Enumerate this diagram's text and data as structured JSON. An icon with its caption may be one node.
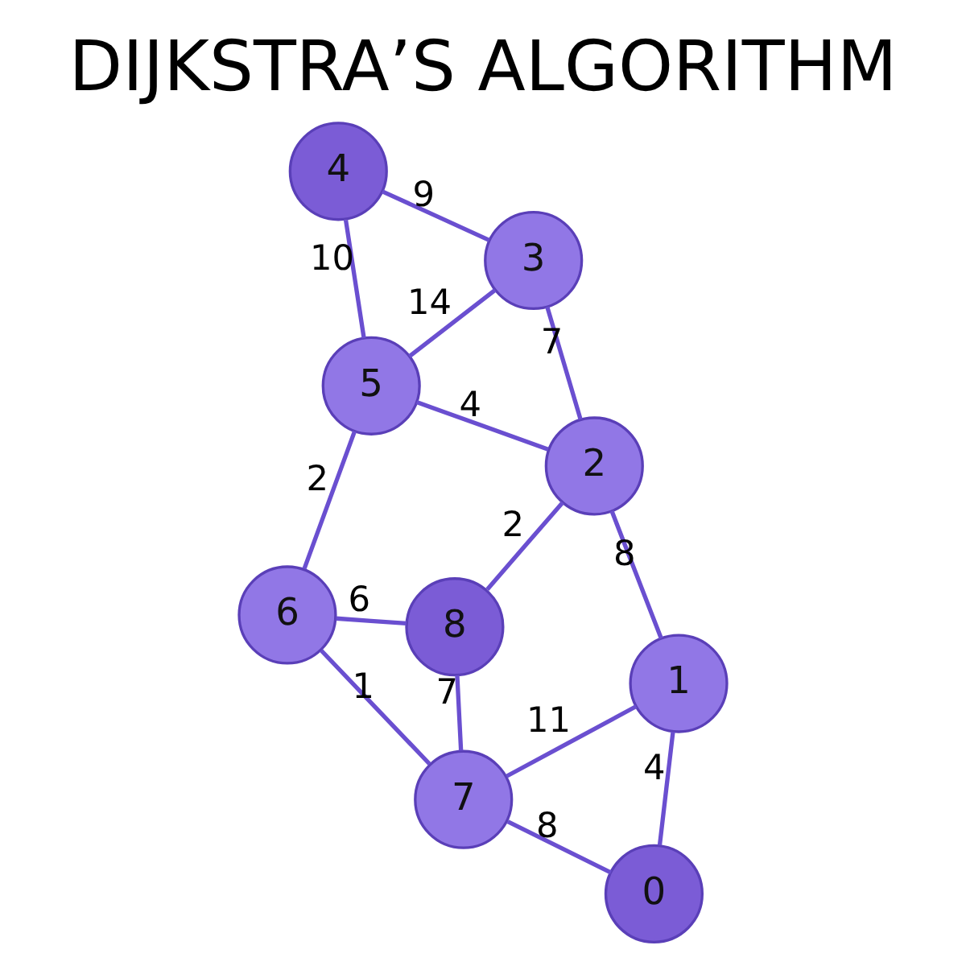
{
  "diagram": {
    "title": "DIJKSTRA’S ALGORITHM",
    "nodes": [
      {
        "text": [
          "0"
        ]
      },
      {
        "text": [
          "1"
        ]
      },
      {
        "text": [
          "2"
        ]
      },
      {
        "text": [
          "3"
        ]
      },
      {
        "text": [
          "4"
        ]
      },
      {
        "text": [
          "5"
        ]
      },
      {
        "text": [
          "6"
        ]
      },
      {
        "text": [
          "7"
        ]
      },
      {
        "text": [
          "8"
        ]
      }
    ],
    "edges": [
      {
        "from": 0,
        "to": 1,
        "arrow": "none",
        "label": "4"
      },
      {
        "from": 0,
        "to": 7,
        "arrow": "none",
        "label": "8"
      },
      {
        "from": 1,
        "to": 2,
        "arrow": "none",
        "label": "8"
      },
      {
        "from": 1,
        "to": 7,
        "arrow": "none",
        "label": "11"
      },
      {
        "from": 2,
        "to": 3,
        "arrow": "none",
        "label": "7"
      },
      {
        "from": 2,
        "to": 8,
        "arrow": "none",
        "label": "2"
      },
      {
        "from": 2,
        "to": 5,
        "arrow": "none",
        "label": "4"
      },
      {
        "from": 3,
        "to": 4,
        "arrow": "none",
        "label": "9"
      },
      {
        "from": 3,
        "to": 5,
        "arrow": "none",
        "label": "14"
      },
      {
        "from": 4,
        "to": 5,
        "arrow": "none",
        "label": "10"
      },
      {
        "from": 7,
        "to": 8,
        "arrow": "none",
        "label": "7"
      },
      {
        "from": 8,
        "to": 6,
        "arrow": "none",
        "label": "6"
      },
      {
        "from": 7,
        "to": 6,
        "arrow": "none",
        "label": "1"
      },
      {
        "from": 6,
        "to": 5,
        "arrow": "none",
        "label": "2"
      }
    ]
  }
}
